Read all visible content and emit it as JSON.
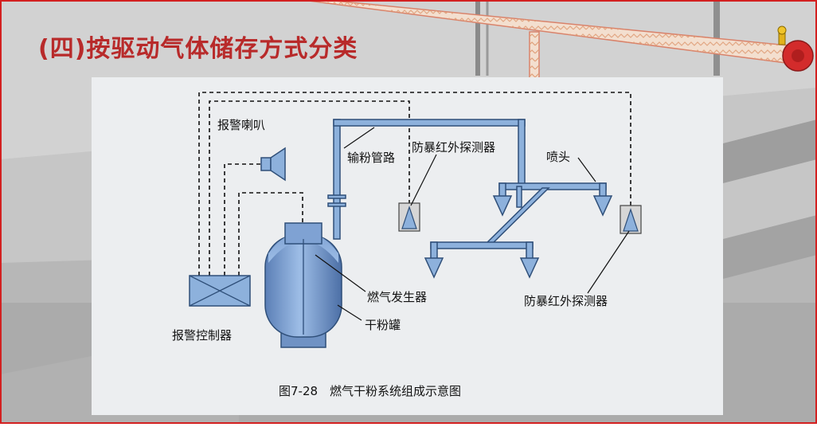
{
  "slide": {
    "title": "(四)按驱动气体储存方式分类",
    "colors": {
      "title": "#b82a2a",
      "frame": "#d32020",
      "panel": "#eceef0",
      "pipe_fill": "#8db1dc",
      "pipe_stroke": "#2f4f79",
      "pipe_overhead": "#f3dfcf",
      "pipe_overhead_stroke": "#d9826a",
      "valve": "#d32b2b"
    }
  },
  "diagram": {
    "labels": {
      "alarm_speaker": "报警喇叭",
      "powder_pipe": "输粉管路",
      "detector_left": "防暴红外探测器",
      "nozzle": "喷头",
      "gas_generator": "燃气发生器",
      "powder_tank": "干粉罐",
      "alarm_controller": "报警控制器",
      "detector_right": "防暴红外探测器"
    },
    "caption": "图7-28　燃气干粉系统组成示意图"
  }
}
